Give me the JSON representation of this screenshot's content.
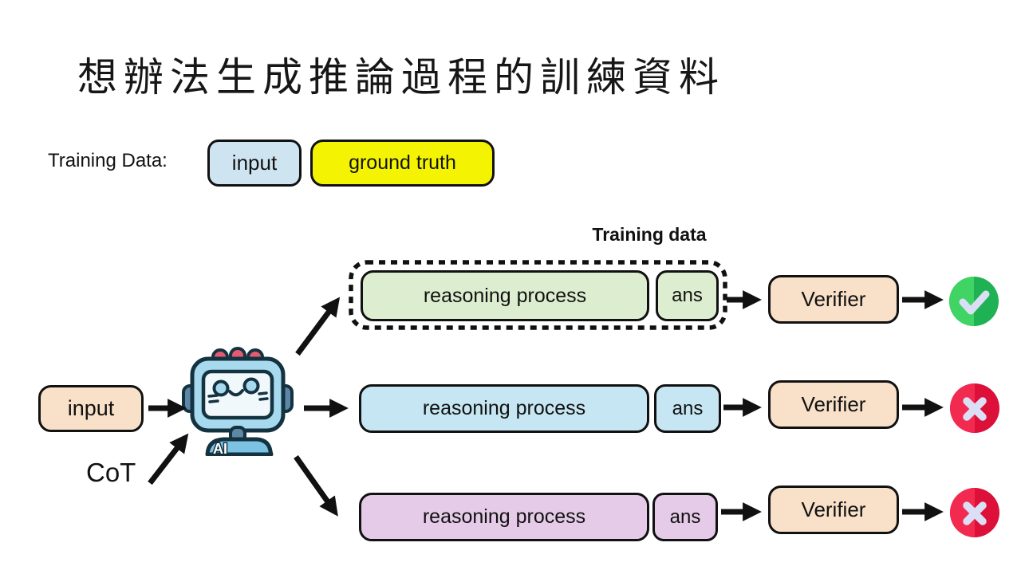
{
  "title": "想辦法生成推論過程的訓練資料",
  "legend": {
    "label": "Training Data:",
    "items": [
      {
        "label": "input",
        "color": "#cfe4f1"
      },
      {
        "label": "ground truth",
        "color": "#f4f402"
      }
    ]
  },
  "flow": {
    "input_label": "input",
    "cot_label": "CoT",
    "robot_badge": "AI"
  },
  "training_data_label": "Training data",
  "rows": [
    {
      "reasoning_label": "reasoning process",
      "ans_label": "ans",
      "verifier_label": "Verifier",
      "result": "pass",
      "bg": "#dcedd0",
      "in_training_data": true
    },
    {
      "reasoning_label": "reasoning process",
      "ans_label": "ans",
      "verifier_label": "Verifier",
      "result": "fail",
      "bg": "#c5e6f2",
      "in_training_data": false
    },
    {
      "reasoning_label": "reasoning process",
      "ans_label": "ans",
      "verifier_label": "Verifier",
      "result": "fail",
      "bg": "#e6cbe9",
      "in_training_data": false
    }
  ],
  "colors": {
    "box_border": "#111111",
    "peach_bg": "#f8e0c9",
    "success_light": "#3fd464",
    "success_dark": "#1fb254",
    "fail_light": "#f32a50",
    "fail_dark": "#dc1038",
    "mark_glyph": "#dadff5",
    "arrow": "#111111"
  }
}
